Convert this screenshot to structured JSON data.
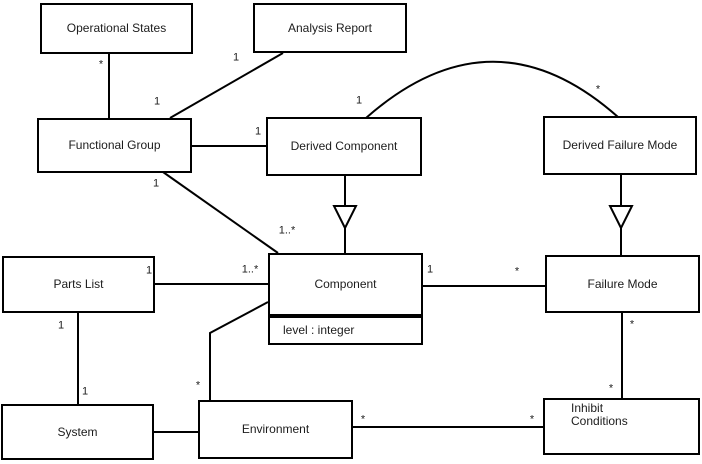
{
  "diagram": {
    "classes": {
      "operational_states": "Operational States",
      "analysis_report": "Analysis Report",
      "functional_group": "Functional Group",
      "derived_component": "Derived Component",
      "derived_failure_mode": "Derived Failure Mode",
      "parts_list": "Parts List",
      "component": "Component",
      "component_attribute": "level : integer",
      "failure_mode": "Failure Mode",
      "system": "System",
      "environment": "Environment",
      "inhibit_conditions_line1": "Inhibit",
      "inhibit_conditions_line2": "Conditions"
    },
    "multiplicity": {
      "one": "1",
      "many": "*",
      "one_or_more": "1..*"
    }
  }
}
